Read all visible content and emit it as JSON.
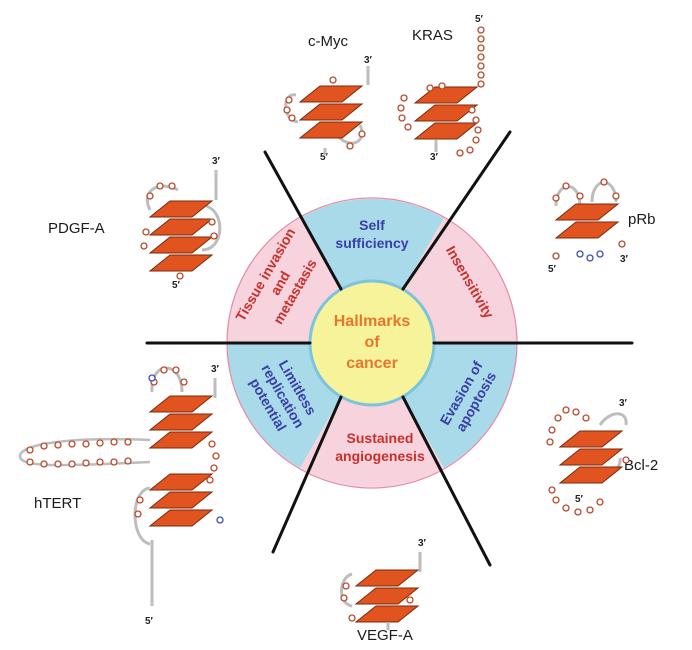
{
  "center": {
    "lines": [
      "Hallmarks",
      "of",
      "cancer"
    ]
  },
  "segments": [
    {
      "id": "self",
      "lines": [
        "Self",
        "sufficiency"
      ],
      "color": "#3a3fa8"
    },
    {
      "id": "insens",
      "lines": [
        "Insensitivity"
      ],
      "color": "#c9302c"
    },
    {
      "id": "evasion",
      "lines": [
        "Evasion of",
        "apoptosis"
      ],
      "color": "#3a3fa8"
    },
    {
      "id": "angio",
      "lines": [
        "Sustained",
        "angiogenesis"
      ],
      "color": "#c9302c"
    },
    {
      "id": "limitless",
      "lines": [
        "Limitless",
        "replication",
        "potential"
      ],
      "color": "#3a3fa8"
    },
    {
      "id": "tissue",
      "lines": [
        "Tissue invasion",
        "and",
        "metastasis"
      ],
      "color": "#c9302c"
    }
  ],
  "genes": {
    "cmyc": "c-Myc",
    "kras": "KRAS",
    "prb": "pRb",
    "bcl2": "Bcl-2",
    "vegfa": "VEGF-A",
    "htert": "hTERT",
    "pdgfa": "PDGF-A"
  },
  "ends": {
    "three": "3′",
    "five": "5′"
  },
  "colors": {
    "ring_blue": "#a9daea",
    "ring_pink": "#f6d3dd",
    "ring_edge": "#e58aa6",
    "center_fill": "#f6f39a",
    "center_edge": "#7cc3de",
    "tetrad": "#e2541f",
    "loop": "#bdbdbd"
  }
}
